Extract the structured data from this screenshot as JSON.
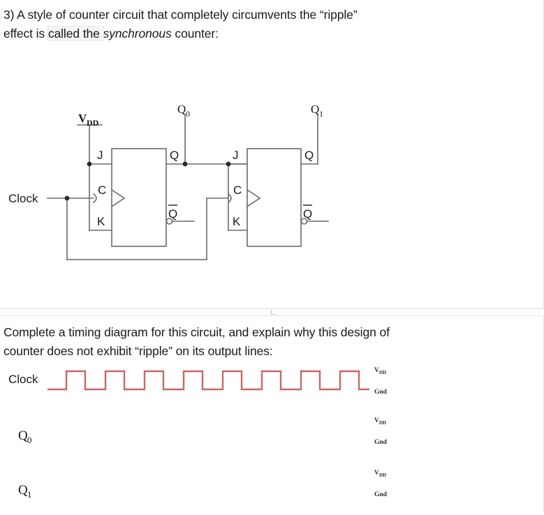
{
  "document": {
    "background_color": "#ffffff",
    "text_color": "#1a1a1a"
  },
  "question_top": {
    "number": "3)",
    "line1_a": "3) A style of counter circuit that completely circumvents the ",
    "line1_quoted": "“ripple”",
    "line2_a": "effect is ",
    "line2_selected": "called the ",
    "line2_italic": "synchronous",
    "line2_b": " counter:",
    "full_text": "3) A style of counter circuit that completely circumvents the “ripple” effect is called the synchronous counter:"
  },
  "question_bottom": {
    "line1": "Complete a timing diagram for this circuit, and explain why this design of",
    "line2": "counter does not exhibit “ripple” on its output lines:",
    "full_text": "Complete a timing diagram for this circuit, and explain why this design of counter does not exhibit “ripple” on its output lines:"
  },
  "circuit": {
    "title": "synchronous-counter-schematic",
    "line_color": "#6b6b6b",
    "label_color": "#1a1a1a",
    "labels": {
      "clock": "Clock",
      "vdd": "V",
      "vdd_sub": "DD",
      "q0": "Q",
      "q0_sub": "0",
      "q1": "Q",
      "q1_sub": "1"
    },
    "flipflops": [
      {
        "name": "flip-flop-0",
        "inputs": [
          "J",
          "C",
          "K"
        ],
        "outputs": [
          "Q",
          "Q̅"
        ],
        "output_label": "Q0",
        "clock_edge": "triangle"
      },
      {
        "name": "flip-flop-1",
        "inputs": [
          "J",
          "C",
          "K"
        ],
        "outputs": [
          "Q",
          "Q̅"
        ],
        "output_label": "Q1",
        "clock_edge": "triangle"
      }
    ]
  },
  "timing": {
    "trace_color": "#cc6666",
    "label_color": "#1a1a1a",
    "level_label_color": "#2b2b2b",
    "rows": [
      {
        "name": "clock",
        "label": "Clock",
        "high_label": "V",
        "high_label_sub": "DD",
        "low_label": "Gnd",
        "has_waveform": true,
        "pulses": 8,
        "waveform": "square"
      },
      {
        "name": "q0",
        "label": "Q",
        "label_sub": "0",
        "high_label": "V",
        "high_label_sub": "DD",
        "low_label": "Gnd",
        "has_waveform": false
      },
      {
        "name": "q1",
        "label": "Q",
        "label_sub": "1",
        "high_label": "V",
        "high_label_sub": "DD",
        "low_label": "Gnd",
        "has_waveform": false
      }
    ]
  }
}
